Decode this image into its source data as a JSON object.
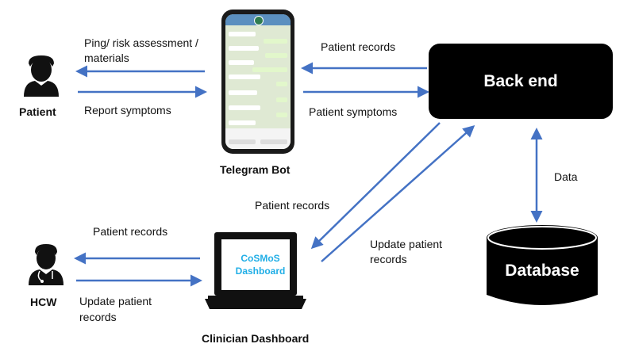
{
  "nodes": {
    "patient": "Patient",
    "telegram_bot": "Telegram Bot",
    "back_end": "Back end",
    "hcw": "HCW",
    "clinician_dashboard": "Clinician Dashboard",
    "database": "Database",
    "dashboard_screen_line1": "CoSMoS",
    "dashboard_screen_line2": "Dashboard"
  },
  "edges": {
    "ping_line1": "Ping/ risk assessment /",
    "ping_line2": "materials",
    "report_symptoms": "Report symptoms",
    "patient_records_top": "Patient records",
    "patient_symptoms": "Patient symptoms",
    "data": "Data",
    "patient_records_mid": "Patient records",
    "update_patient_records_mid_line1": "Update patient",
    "update_patient_records_mid_line2": "records",
    "patient_records_left": "Patient records",
    "update_patient_records_left_line1": "Update patient",
    "update_patient_records_left_line2": "records"
  },
  "colors": {
    "arrow": "#4472c4",
    "dashboard_text": "#20aee6",
    "box": "#000000"
  },
  "icons": [
    "person-icon",
    "doctor-icon",
    "smartphone-icon",
    "laptop-icon",
    "database-icon"
  ]
}
